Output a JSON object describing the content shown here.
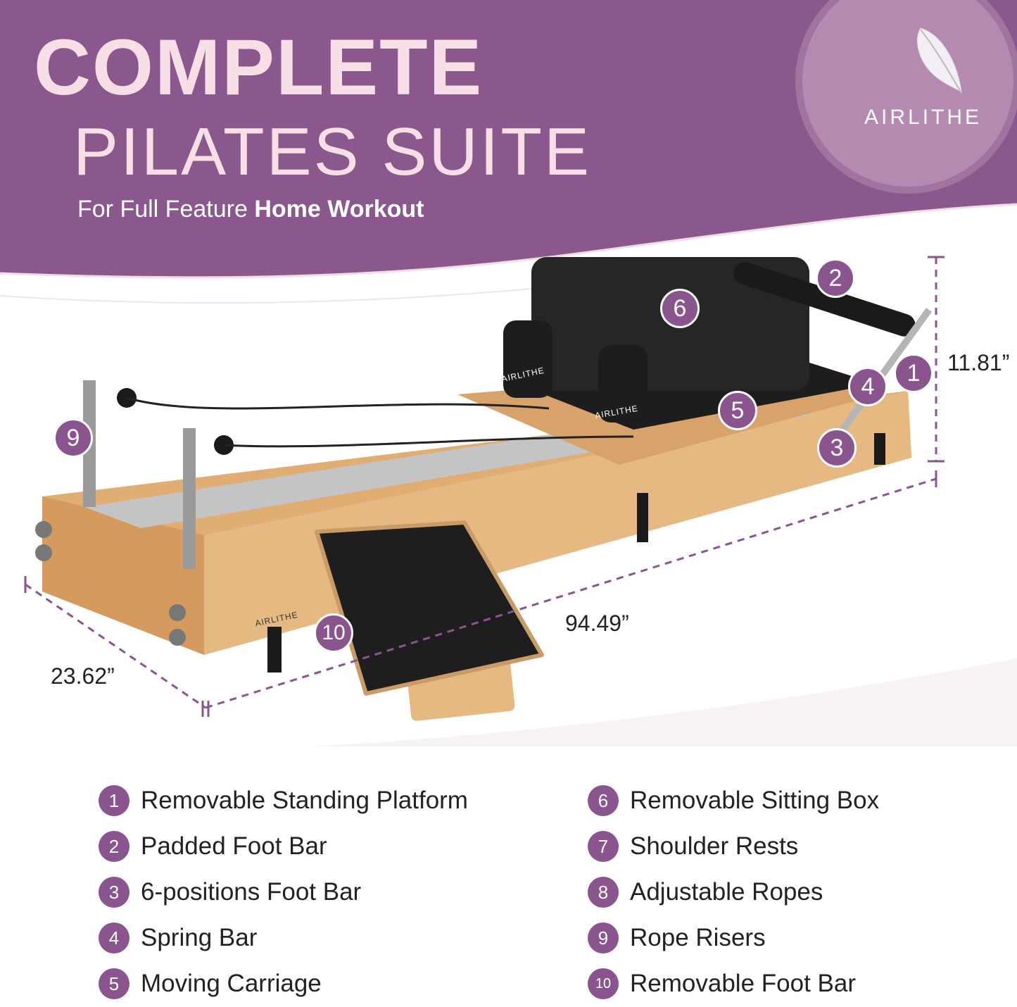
{
  "header": {
    "title_line1": "COMPLETE",
    "title_line2": "PILATES SUITE",
    "subtitle_regular": "For Full Feature ",
    "subtitle_bold": "Home Workout"
  },
  "brand": {
    "name": "AIRLITHE",
    "icon": "feather-icon"
  },
  "dimensions": {
    "height": "11.81”",
    "length": "94.49”",
    "width": "23.62”"
  },
  "product_marks": {
    "strap_label": "AIRLITHE",
    "frame_label": "AIRLITHE"
  },
  "callouts": [
    "1",
    "2",
    "3",
    "4",
    "5",
    "6",
    "9",
    "10"
  ],
  "legend": {
    "left": [
      {
        "num": "1",
        "label": "Removable Standing Platform"
      },
      {
        "num": "2",
        "label": "Padded Foot Bar"
      },
      {
        "num": "3",
        "label": "6-positions Foot Bar"
      },
      {
        "num": "4",
        "label": "Spring Bar"
      },
      {
        "num": "5",
        "label": "Moving Carriage"
      }
    ],
    "right": [
      {
        "num": "6",
        "label": "Removable Sitting Box"
      },
      {
        "num": "7",
        "label": "Shoulder Rests"
      },
      {
        "num": "8",
        "label": "Adjustable Ropes"
      },
      {
        "num": "9",
        "label": "Rope Risers"
      },
      {
        "num": "10",
        "label": "Removable Foot Bar"
      }
    ]
  },
  "colors": {
    "purple": "#8a548f",
    "title_pink": "#f8dfe6",
    "wood": "#e2b27a",
    "pad": "#1c1c1c"
  }
}
